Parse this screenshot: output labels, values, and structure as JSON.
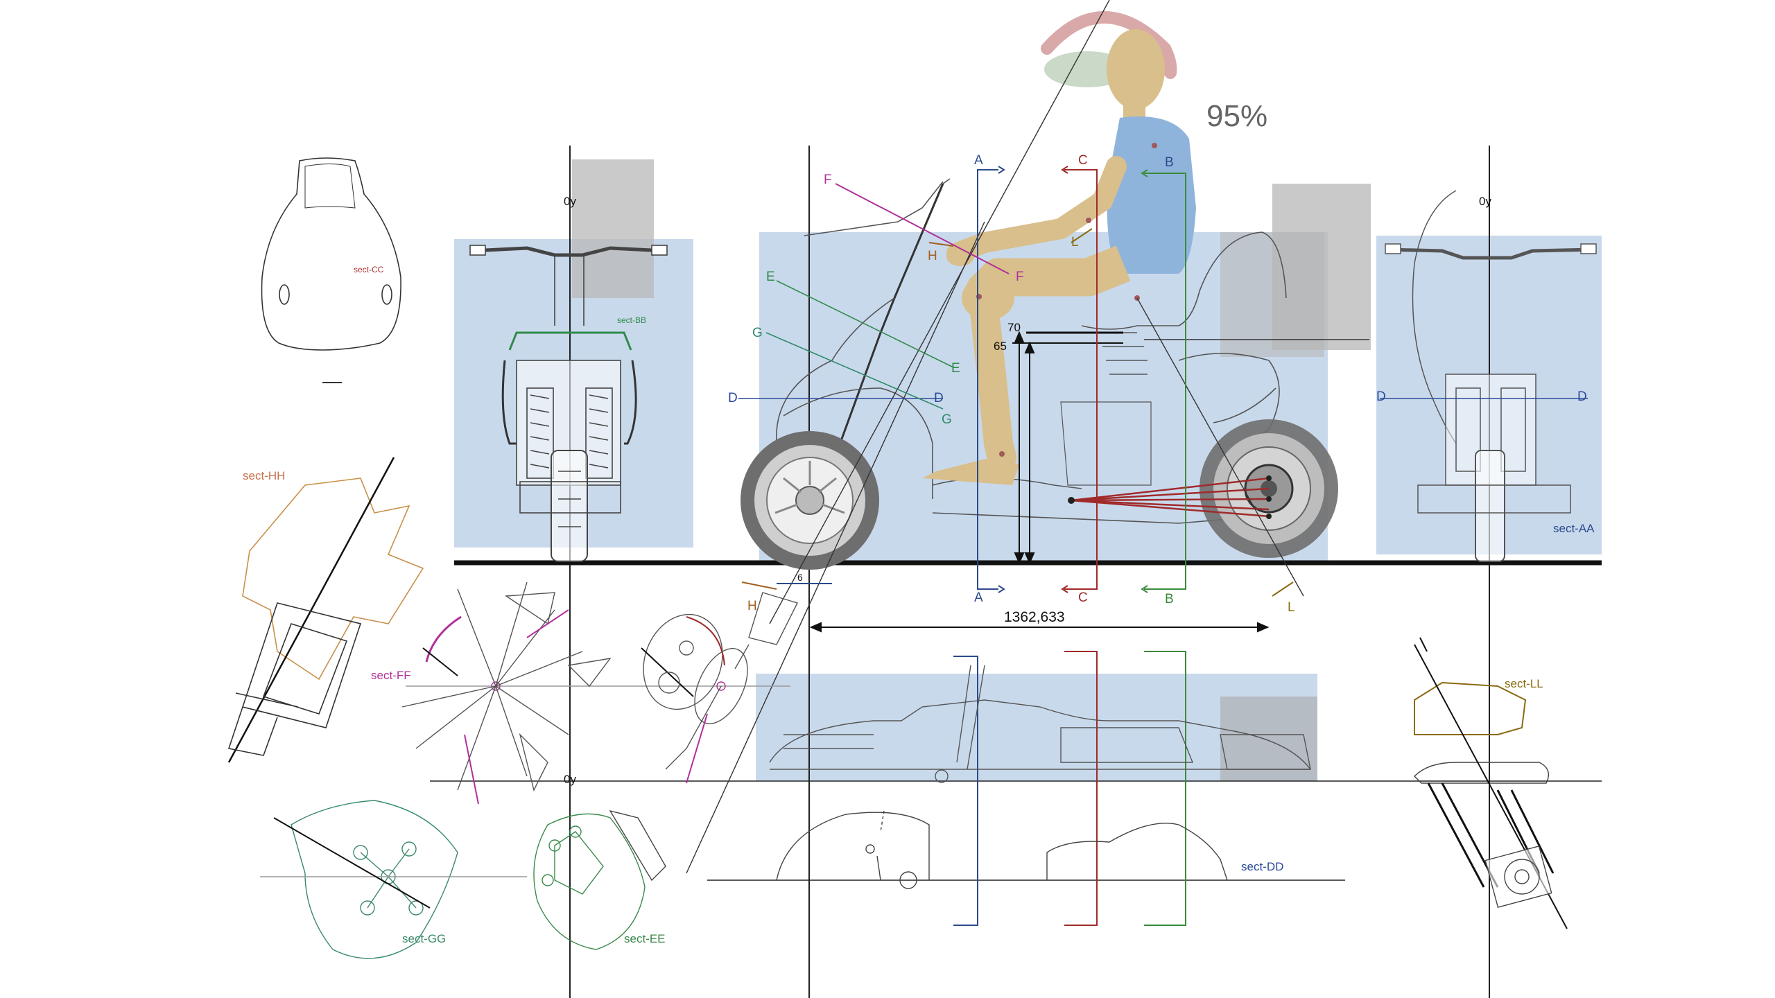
{
  "drawing": {
    "percentile_label": "95%",
    "oy_labels": [
      "0y",
      "0y",
      "0y"
    ],
    "dimensions": {
      "wheelbase": "1362,633",
      "seat_height_upper": "70",
      "seat_height_lower": "65",
      "small_offset": "6"
    },
    "section_labels": {
      "cc": "sect-CC",
      "bb": "sect-BB",
      "hh": "sect-HH",
      "ff": "sect-FF",
      "gg": "sect-GG",
      "ee": "sect-EE",
      "dd": "sect-DD",
      "aa": "sect-AA",
      "ll": "sect-LL"
    },
    "cut_letters": {
      "a": "A",
      "b": "B",
      "c": "C",
      "d": "D",
      "e": "E",
      "f": "F",
      "g": "G",
      "h": "H",
      "l": "L"
    },
    "colors": {
      "panel_blue": "#c9d9ec",
      "mannequin_skin": "#d8bf8c",
      "mannequin_shirt": "#8fb4dc",
      "helmet_arc": "#d9a8a8",
      "cut_a": "#2a4a8a",
      "cut_b": "#3a8a3a",
      "cut_c": "#a02a2a",
      "cut_d": "#2a4a9a",
      "cut_e": "#2f8a4a",
      "cut_f": "#b0309a",
      "cut_g": "#2f8a6a",
      "cut_h": "#a06020",
      "cut_l": "#8a6a10",
      "ground": "#111111"
    }
  }
}
